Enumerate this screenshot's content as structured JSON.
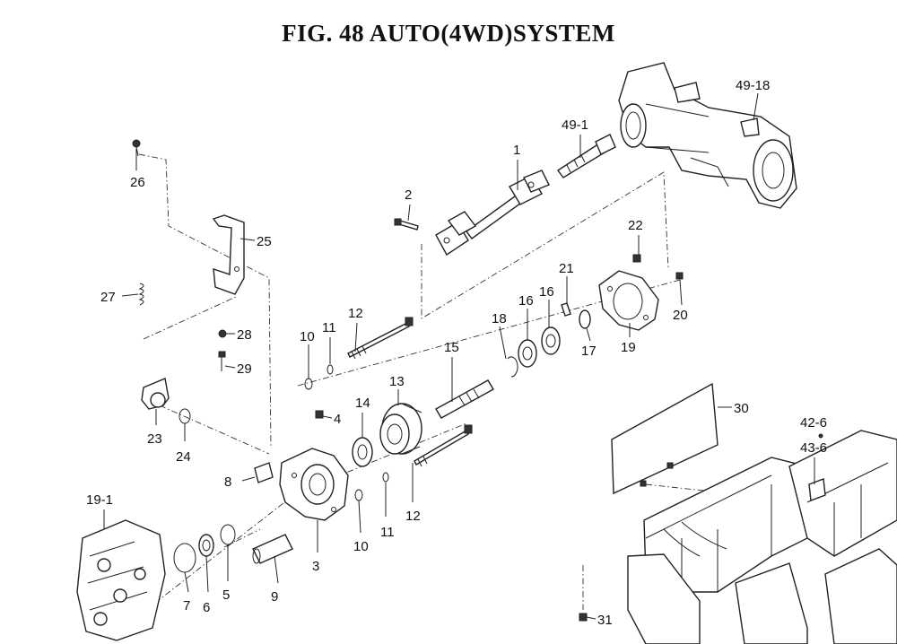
{
  "title": "FIG. 48  AUTO(4WD)SYSTEM",
  "callouts": [
    "26",
    "25",
    "27",
    "28",
    "29",
    "2",
    "1",
    "49-1",
    "49-18",
    "22",
    "21",
    "16",
    "16",
    "18",
    "20",
    "17",
    "19",
    "12",
    "11",
    "10",
    "15",
    "13",
    "14",
    "4",
    "23",
    "24",
    "8",
    "30",
    "42-6",
    "43-6",
    "19-1",
    "7",
    "6",
    "5",
    "9",
    "3",
    "10",
    "11",
    "12",
    "31"
  ]
}
